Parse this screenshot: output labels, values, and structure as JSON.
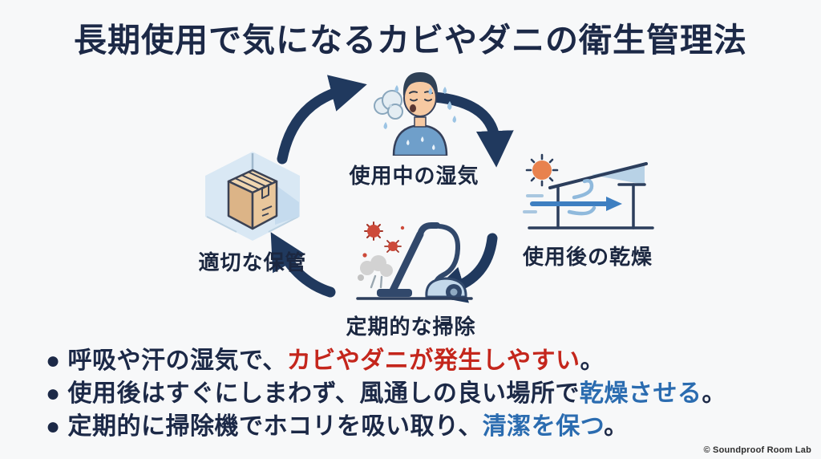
{
  "title": {
    "text": "長期使用で気になるカビやダニの衛生管理法"
  },
  "colors": {
    "navy": "#1c2947",
    "red": "#c4261c",
    "blue": "#2b6cb0",
    "arrow": "#20395e",
    "background": "#f7f8f9"
  },
  "diagram": {
    "nodes": [
      {
        "id": "moisture",
        "label": "使用中の湿気",
        "icon": "sweating-person-icon"
      },
      {
        "id": "drying",
        "label": "使用後の乾燥",
        "icon": "sun-airflow-drying-icon"
      },
      {
        "id": "cleaning",
        "label": "定期的な掃除",
        "icon": "vacuum-cleaner-icon"
      },
      {
        "id": "storage",
        "label": "適切な保管",
        "icon": "storage-box-icon"
      }
    ],
    "arrows": [
      {
        "from": "storage",
        "to": "moisture"
      },
      {
        "from": "moisture",
        "to": "drying"
      },
      {
        "from": "drying",
        "to": "cleaning"
      },
      {
        "from": "cleaning",
        "to": "storage"
      }
    ]
  },
  "bullets": [
    {
      "segments": [
        {
          "text": "● 呼吸や汗の湿気で、",
          "color": "navy"
        },
        {
          "text": "カビやダニが発生しやすい",
          "color": "red"
        },
        {
          "text": "。",
          "color": "navy"
        }
      ]
    },
    {
      "segments": [
        {
          "text": "● 使用後はすぐにしまわず、風通しの良い場所で",
          "color": "navy"
        },
        {
          "text": "乾燥させる",
          "color": "blue"
        },
        {
          "text": "。",
          "color": "navy"
        }
      ]
    },
    {
      "segments": [
        {
          "text": "● 定期的に掃除機でホコリを吸い取り、",
          "color": "navy"
        },
        {
          "text": "清潔を保つ",
          "color": "blue"
        },
        {
          "text": "。",
          "color": "navy"
        }
      ]
    }
  ],
  "footer": {
    "copyright": "© Soundproof Room Lab"
  }
}
